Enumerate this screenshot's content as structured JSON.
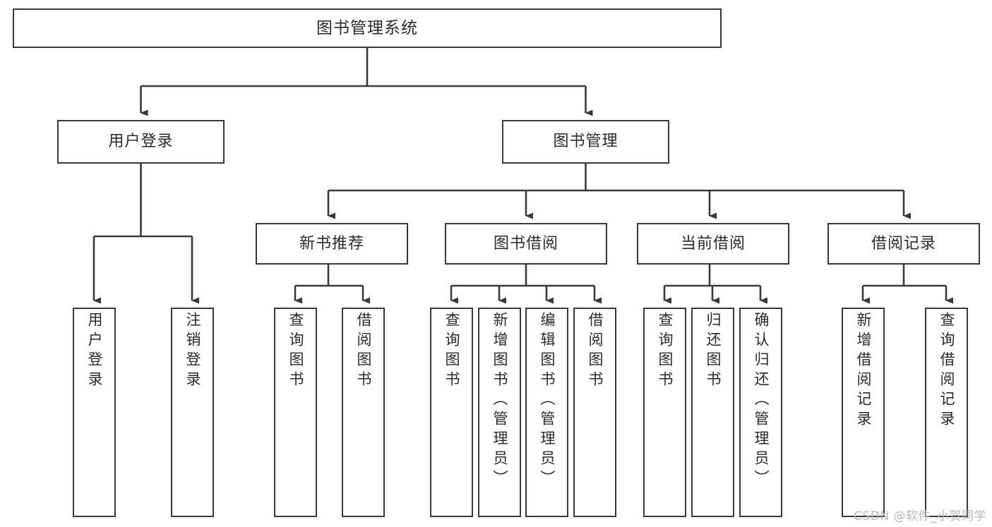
{
  "diagram": {
    "type": "tree-hierarchy",
    "title": "图书管理系统",
    "watermark": "CSDN @软件_小贺同学",
    "colors": {
      "box_border": "#3a3a3a",
      "box_fill": "#ffffff",
      "connector": "#3a3a3a",
      "text": "#2b2b2b",
      "watermark": "#b8b8b8",
      "background": "#ffffff"
    },
    "nodes": {
      "root": {
        "label": "图书管理系统"
      },
      "level2": [
        {
          "label": "用户登录"
        },
        {
          "label": "图书管理"
        }
      ],
      "level3": [
        {
          "label": "新书推荐"
        },
        {
          "label": "图书借阅"
        },
        {
          "label": "当前借阅"
        },
        {
          "label": "借阅记录"
        }
      ],
      "leaves": {
        "user_login": [
          {
            "label": "用户登录"
          },
          {
            "label": "注销登录"
          }
        ],
        "new_book_recommend": [
          {
            "label": "查询图书"
          },
          {
            "label": "借阅图书"
          }
        ],
        "book_borrow": [
          {
            "label": "查询图书"
          },
          {
            "label": "新增图书（管理员）"
          },
          {
            "label": "编辑图书（管理员）"
          },
          {
            "label": "借阅图书"
          }
        ],
        "current_borrow": [
          {
            "label": "查询图书"
          },
          {
            "label": "归还图书"
          },
          {
            "label": "确认归还（管理员）"
          }
        ],
        "borrow_record": [
          {
            "label": "新增借阅记录"
          },
          {
            "label": "查询借阅记录"
          }
        ]
      }
    }
  }
}
